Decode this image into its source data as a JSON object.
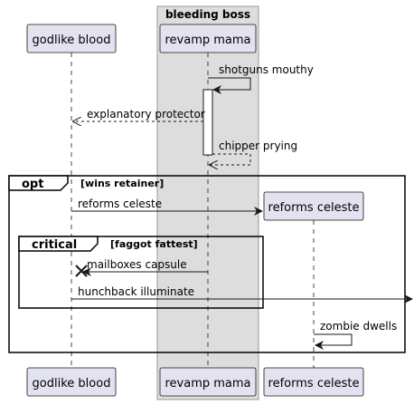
{
  "box": {
    "title": "bleeding boss",
    "fill": "#dddddd",
    "stroke": "#999999"
  },
  "participant_colors": {
    "fill": "#e2e2f0",
    "stroke": "#181818"
  },
  "participants": {
    "godlike_blood": "godlike blood",
    "revamp_mama": "revamp mama",
    "reforms_celeste": "reforms celeste"
  },
  "messages": {
    "shotguns_mouthy": "shotguns mouthy",
    "explanatory_protector": "explanatory protector",
    "chipper_prying": "chipper prying",
    "reforms_celeste": "reforms celeste",
    "mailboxes_capsule": "mailboxes capsule",
    "hunchback_illuminate": "hunchback illuminate",
    "zombie_dwells": "zombie dwells"
  },
  "fragments": {
    "opt": {
      "keyword": "opt",
      "guard": "[wins retainer]"
    },
    "critical": {
      "keyword": "critical",
      "guard": "[faggot fattest]"
    }
  }
}
